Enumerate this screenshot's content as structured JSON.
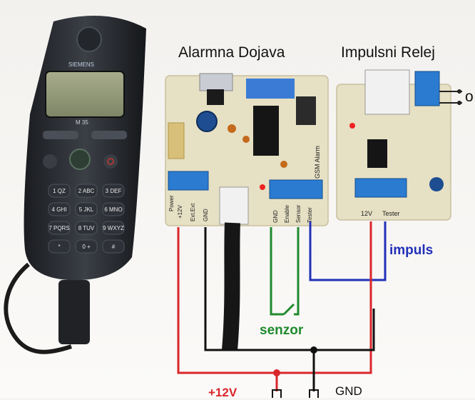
{
  "titles": {
    "alarm": "Alarmna Dojava",
    "relay": "Impulsni Relej",
    "relay_output_partial": "o"
  },
  "phone": {
    "brand": "SIEMENS",
    "model": "M 35",
    "keys": [
      "1 QZ",
      "2 ABC",
      "3 DEF",
      "4 GHI",
      "5 JKL",
      "6 MNO",
      "7 PQRS",
      "8 TUV",
      "9 WXYZ",
      "*",
      "0 +",
      "#"
    ]
  },
  "alarm_board": {
    "terminal_labels": [
      "Power",
      "+12V",
      "Ext.Ext",
      "GND",
      "GND",
      "Enable",
      "Sensor",
      "Tester"
    ],
    "side_label": "GSM Alarm"
  },
  "relay_board": {
    "terminal_labels": [
      "12V",
      "Tester"
    ]
  },
  "wires": {
    "impuls": "impuls",
    "senzor": "senzor",
    "plus12v": "+12V",
    "gnd": "GND"
  },
  "colors": {
    "supply": "#d9262b",
    "ground": "#111111",
    "sensor": "#1f8a2e",
    "impulse": "#2230b8",
    "pcb": "#e6e0c4",
    "terminal": "#2b7bd0"
  }
}
